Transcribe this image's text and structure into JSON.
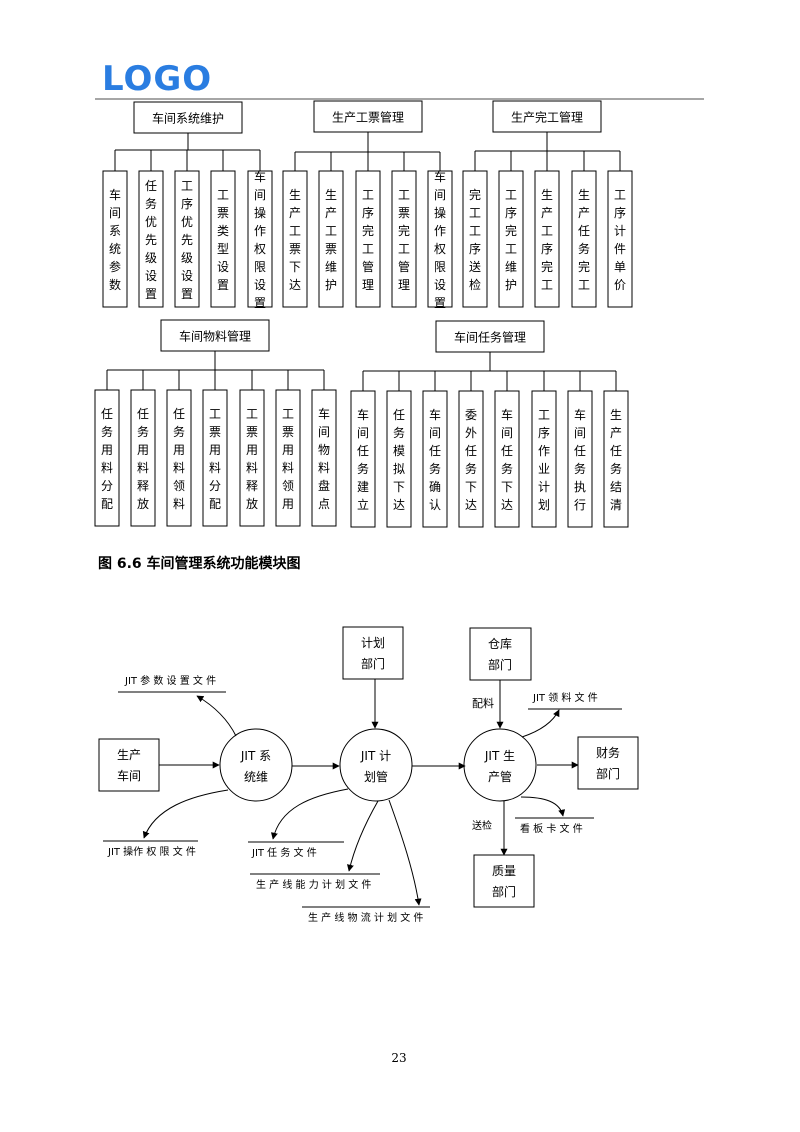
{
  "header": {
    "logo_text": "LOGO",
    "logo_color": "#2a7de1"
  },
  "module_chart": {
    "groups": [
      {
        "title": "车间系统维护",
        "children": [
          "车间系统参数",
          "任务优先级设置",
          "工序优先级设置",
          "工票类型设置",
          "车间操作权限设置"
        ]
      },
      {
        "title": "生产工票管理",
        "children": [
          "生产工票下达",
          "生产工票维护",
          "工序完工管理",
          "工票完工管理",
          "车间操作权限设置"
        ]
      },
      {
        "title": "生产完工管理",
        "children": [
          "完工工序送检",
          "工序完工维护",
          "生产工序完工",
          "生产任务完工",
          "工序计件单价"
        ]
      },
      {
        "title": "车间物料管理",
        "children": [
          "任务用料分配",
          "任务用料释放",
          "任务用料领料",
          "工票用料分配",
          "工票用料释放",
          "工票用料领用",
          "车间物料盘点"
        ]
      },
      {
        "title": "车间任务管理",
        "children": [
          "车间任务建立",
          "任务模拟下达",
          "车间任务确认",
          "委外任务下达",
          "车间任务下达",
          "工序作业计划",
          "车间任务执行",
          "生产任务结清"
        ]
      }
    ]
  },
  "caption": "图 6.6  车间管理系统功能模块图",
  "dfd": {
    "entities": {
      "plan_dept": "计划部门",
      "warehouse": "仓库部门",
      "workshop": "生产车间",
      "finance": "财务部门",
      "quality": "质量部门"
    },
    "processes": {
      "sys": "JIT 系统维",
      "plan": "JIT 计划管",
      "prod": "JIT 生产管"
    },
    "stores": {
      "param": "JIT 参 数 设 置 文 件",
      "perm": "JIT 操作 权 限 文 件",
      "task": "JIT 任 务 文 件",
      "capacity": "生 产 线 能 力 计   划 文 件",
      "flow": "生 产 线 物 流 计   划 文 件",
      "pick": "JIT  领  料  文  件",
      "kanban": "看  板  卡  文  件"
    },
    "labels": {
      "material": "配料",
      "inspect": "送检"
    }
  },
  "page_number": "23"
}
